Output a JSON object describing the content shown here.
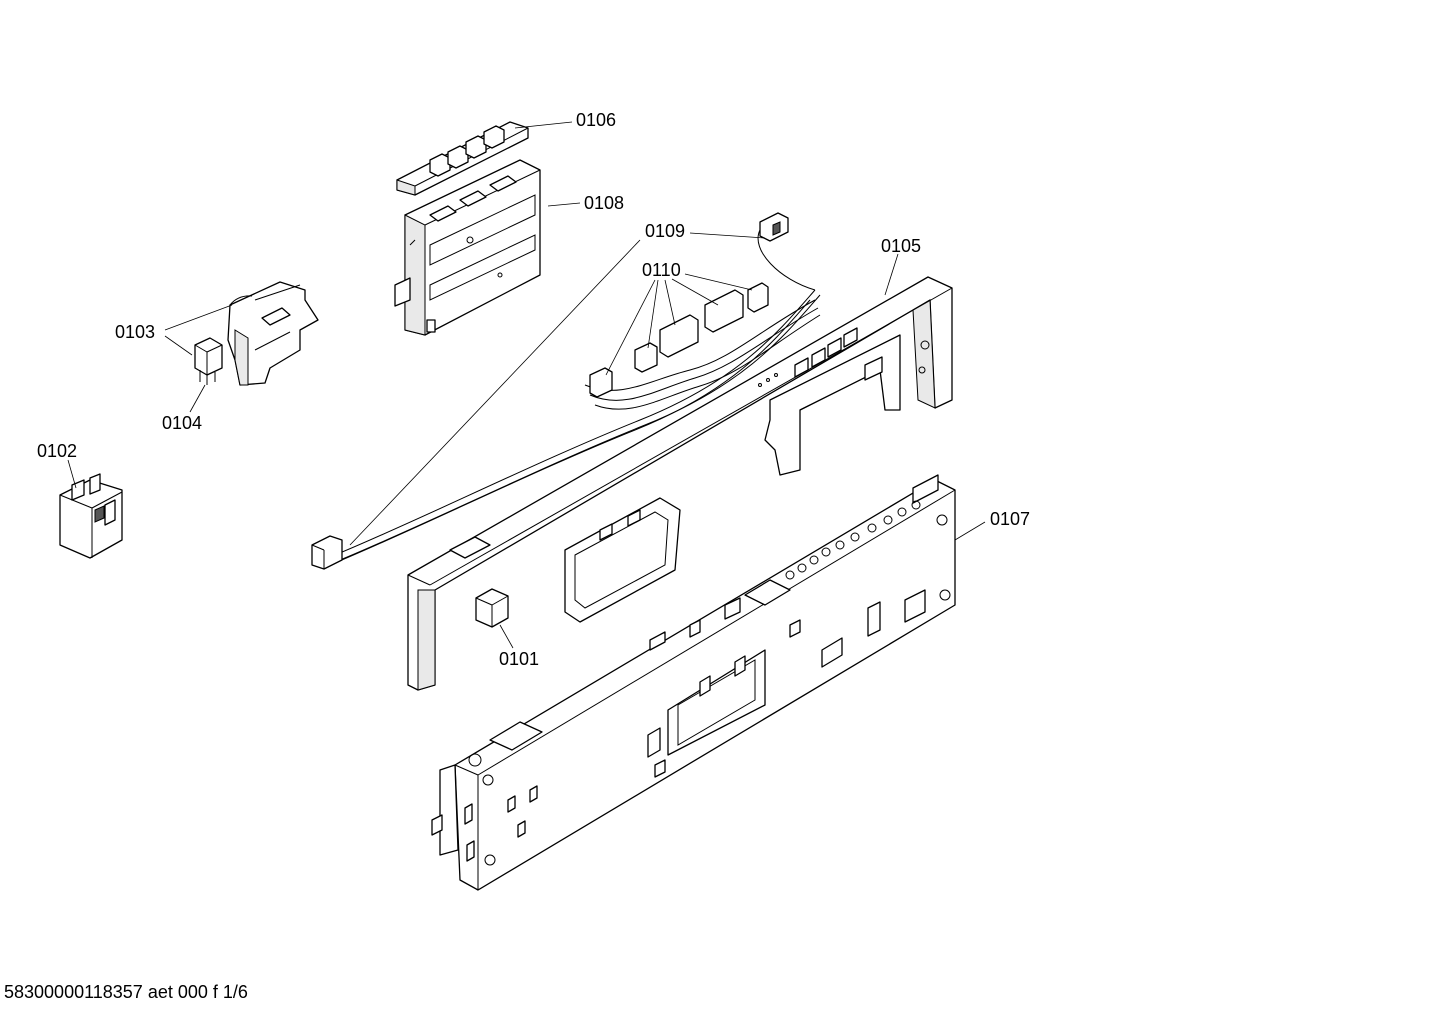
{
  "labels": {
    "p0101": "0101",
    "p0102": "0102",
    "p0103": "0103",
    "p0104": "0104",
    "p0105": "0105",
    "p0106": "0106",
    "p0107": "0107",
    "p0108": "0108",
    "p0109": "0109",
    "p0110": "0110"
  },
  "footer": {
    "code": "58300000118357 aet 000 f 1/6"
  }
}
